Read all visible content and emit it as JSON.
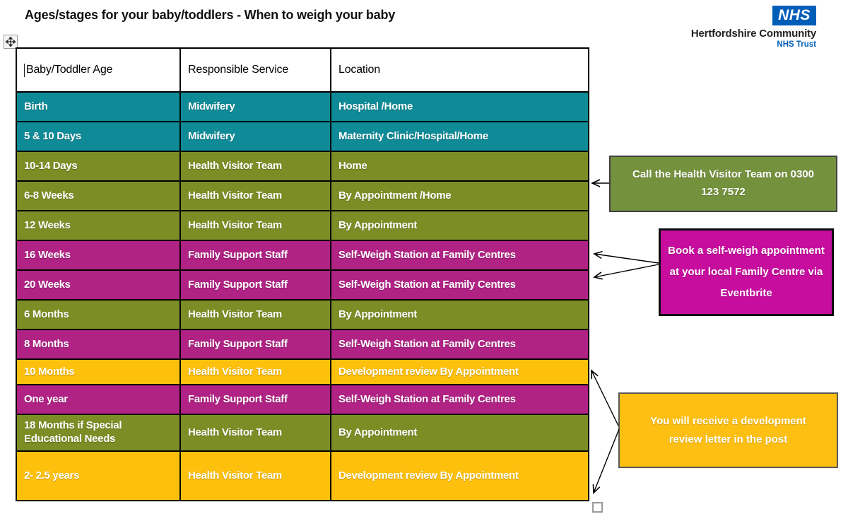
{
  "title": "Ages/stages for your baby/toddlers - When to weigh your baby",
  "logo": {
    "nhs": "NHS",
    "org": "Hertfordshire Community",
    "trust": "NHS Trust"
  },
  "table": {
    "headers": [
      "Baby/Toddler Age",
      "Responsible Service",
      "Location"
    ],
    "rows": [
      {
        "age": "Birth",
        "service": "Midwifery",
        "location": "Hospital /Home",
        "color": "teal"
      },
      {
        "age": "5 & 10 Days",
        "service": "Midwifery",
        "location": "Maternity Clinic/Hospital/Home",
        "color": "teal"
      },
      {
        "age": "10-14 Days",
        "service": "Health Visitor Team",
        "location": "Home",
        "color": "olive"
      },
      {
        "age": "6-8 Weeks",
        "service": "Health Visitor Team",
        "location": "By Appointment /Home",
        "color": "olive"
      },
      {
        "age": "12 Weeks",
        "service": "Health Visitor Team",
        "location": "By Appointment",
        "color": "olive"
      },
      {
        "age": "16 Weeks",
        "service": "Family Support Staff",
        "location": "Self-Weigh Station at Family Centres",
        "color": "magenta"
      },
      {
        "age": "20 Weeks",
        "service": "Family Support Staff",
        "location": "Self-Weigh Station at Family Centres",
        "color": "magenta"
      },
      {
        "age": "6 Months",
        "service": "Health Visitor Team",
        "location": "By Appointment",
        "color": "olive"
      },
      {
        "age": "8 Months",
        "service": "Family Support Staff",
        "location": "Self-Weigh Station at Family Centres",
        "color": "magenta"
      },
      {
        "age": "10 Months",
        "service": "Health Visitor Team",
        "location": "Development review By Appointment",
        "color": "yellow"
      },
      {
        "age": "One year",
        "service": "Family Support Staff",
        "location": "Self-Weigh Station at Family Centres",
        "color": "magenta"
      },
      {
        "age": "18 Months if Special Educational Needs",
        "service": "Health Visitor Team",
        "location": "By Appointment",
        "color": "olive"
      },
      {
        "age": "2- 2.5 years",
        "service": "Health Visitor Team",
        "location": "Development review By Appointment",
        "color": "yellow"
      }
    ]
  },
  "callouts": {
    "health_visitor": {
      "text": "Call the Health Visitor Team on 0300 123 7572",
      "color": "#74913e"
    },
    "self_weigh": {
      "text": "Book a self-weigh appointment at your local Family Centre via Eventbrite",
      "color": "#c60d9d"
    },
    "development_review": {
      "text": "You will receive a development review letter in the post",
      "color": "#fcbf12"
    }
  },
  "icons": {
    "move_handle": "table-move-handle-icon",
    "resize_handle": "table-resize-handle-icon"
  },
  "colors": {
    "nhs_blue": "#005eb8",
    "row_teal": "#0f8a97",
    "row_olive": "#7c8d25",
    "row_magenta": "#b02284",
    "row_yellow": "#fdc00d",
    "callout_olive": "#74913e",
    "callout_magenta": "#c60d9d",
    "callout_yellow": "#fcbf12"
  }
}
